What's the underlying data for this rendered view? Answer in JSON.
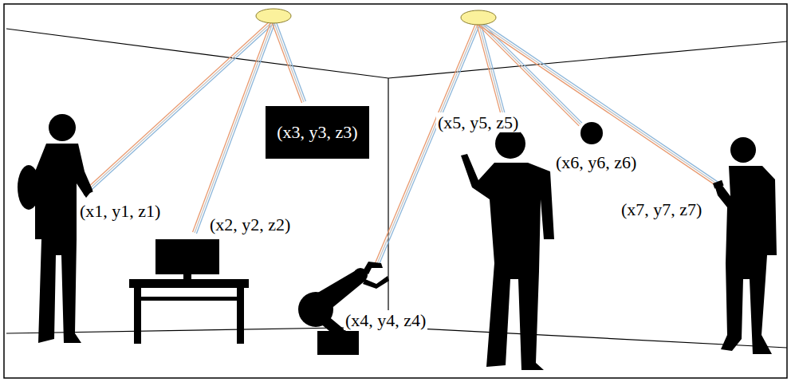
{
  "diagram": {
    "nodes": [
      {
        "text": [
          "(x3, y3, z3)"
        ]
      }
    ],
    "labels": [
      "(x1, y1, z1)",
      "(x2, y2, z2)",
      "(x4, y4, z4)",
      "(x5, y5, z5)",
      "(x6, y6, z6)",
      "(x7, y7, z7)"
    ]
  }
}
